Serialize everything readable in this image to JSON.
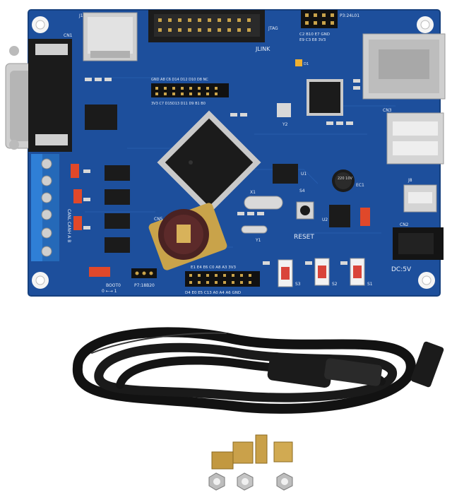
{
  "board": {
    "jtag_header": "JLINK",
    "jtag_side": "JTAG",
    "wifi_header": "P3:24L01",
    "wifi_pins_top": "C2 B10 E7 GND",
    "wifi_pins_bottom": "E9 C3 E8 3V3",
    "p6_pins": "3V3 C7 D15D13 D11 D9 B1 B0",
    "p6_top": "GND A8 C6 D14 D12 D10 D8 NC",
    "cn1": "CN1",
    "cn3": "CN3",
    "cn2": "CN2",
    "cn5": "CN5",
    "j1": "J1",
    "j8": "J8",
    "reset": "RESET",
    "power": "DC:5V",
    "boot": "BOOT0",
    "boot_scale": "0 ←→ 1",
    "p7": "P7:18B20",
    "p4_top": "E1 E4 E6 C0 A8 A3 3V3",
    "p4_bottom": "D4 E0 E5 C13 A0 A4 A6 GND",
    "rs_left": "CANL CANH A B",
    "s1": "S1",
    "s2": "S2",
    "s3": "S3",
    "s4": "S4",
    "u1": "U1",
    "u2": "U2",
    "x1": "X1",
    "y1": "Y1",
    "y2": "Y2",
    "ec1": "EC1",
    "ec1_cap": "220 10V",
    "led_d1": "D1"
  }
}
